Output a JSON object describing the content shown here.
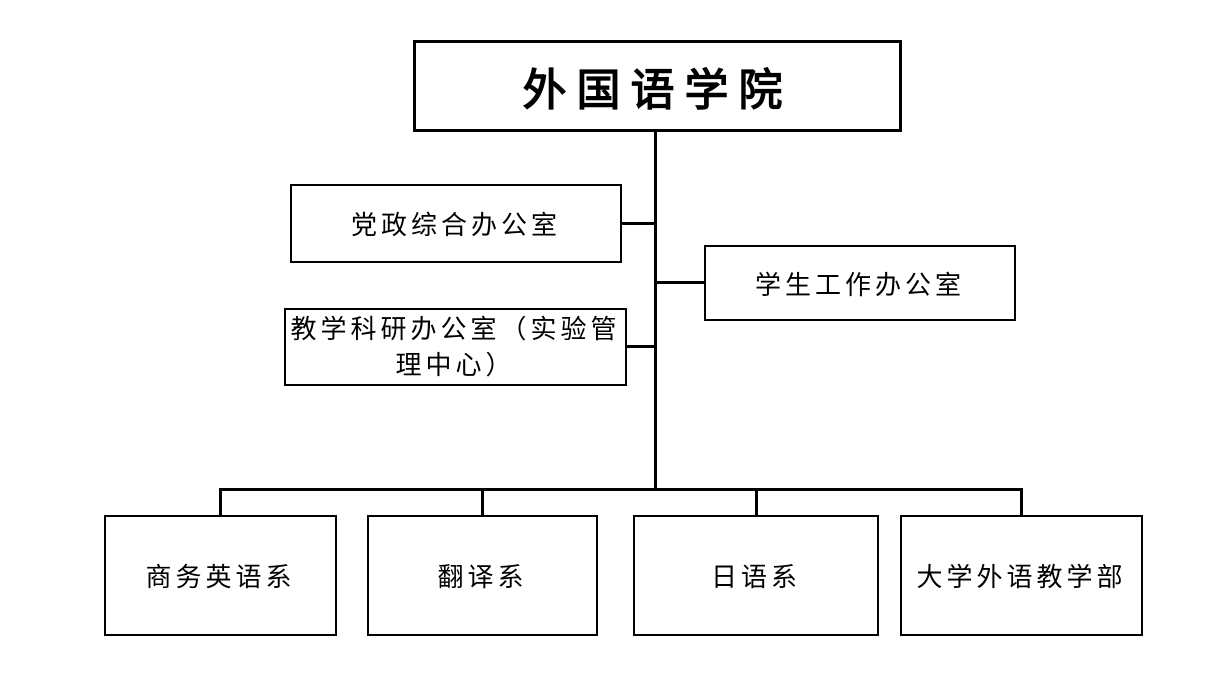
{
  "diagram": {
    "type": "org-chart",
    "colors": {
      "background": "#ffffff",
      "line": "#000000",
      "text": "#000000",
      "node_fill": "#ffffff"
    },
    "root": {
      "label": "外国语学院"
    },
    "offices": [
      {
        "label": "党政综合办公室"
      },
      {
        "label": "学生工作办公室"
      },
      {
        "label": "教学科研办公室（实验管理中心）"
      }
    ],
    "departments": [
      {
        "label": "商务英语系"
      },
      {
        "label": "翻译系"
      },
      {
        "label": "日语系"
      },
      {
        "label": "大学外语教学部"
      }
    ]
  }
}
